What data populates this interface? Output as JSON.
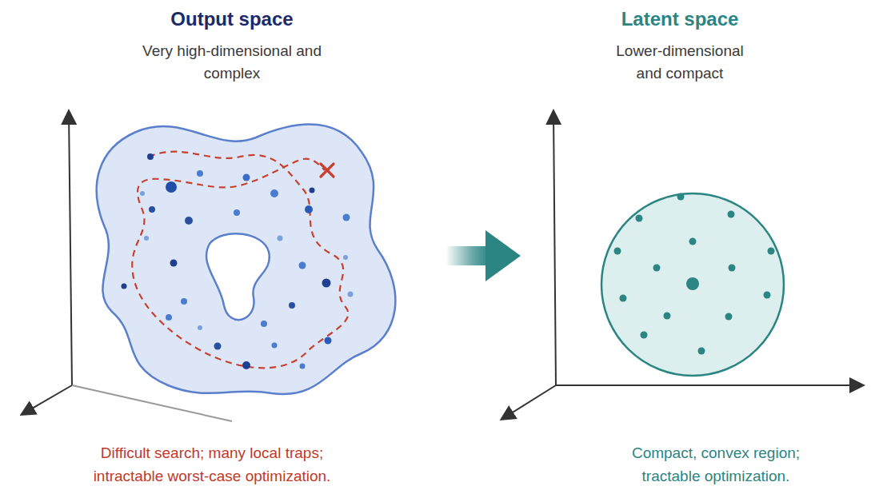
{
  "diagram": {
    "nodes": [
      {
        "text": [
          "Output space",
          "Very high-dimensional and complex",
          "Difficult search; many local traps; intractable worst-case optimization."
        ]
      },
      {
        "text": [
          "Latent space",
          "Lower-dimensional and compact",
          "Compact, convex region; tractable optimization."
        ]
      }
    ],
    "edges": [
      {
        "from": 0,
        "to": 1,
        "arrow": "to"
      }
    ]
  }
}
